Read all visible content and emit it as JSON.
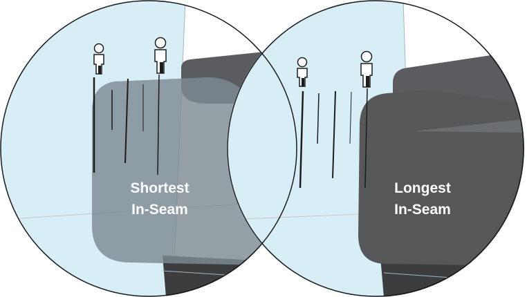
{
  "panels": [
    {
      "id": "left",
      "label_line1": "Shortest",
      "label_line2": "In-Seam"
    },
    {
      "id": "right",
      "label_line1": "Longest",
      "label_line2": "In-Seam"
    }
  ],
  "colors": {
    "background": "#ffffff",
    "sky": "#d8eef7",
    "circle_outline": "#1a1a1a",
    "pad_left": "#7d8a93",
    "pad_right": "#555759",
    "pad_dark": "#3c3d3f",
    "bar": "#1c1c1c",
    "label": "#ffffff"
  },
  "icons": [
    "person-small-icon",
    "person-large-icon"
  ]
}
